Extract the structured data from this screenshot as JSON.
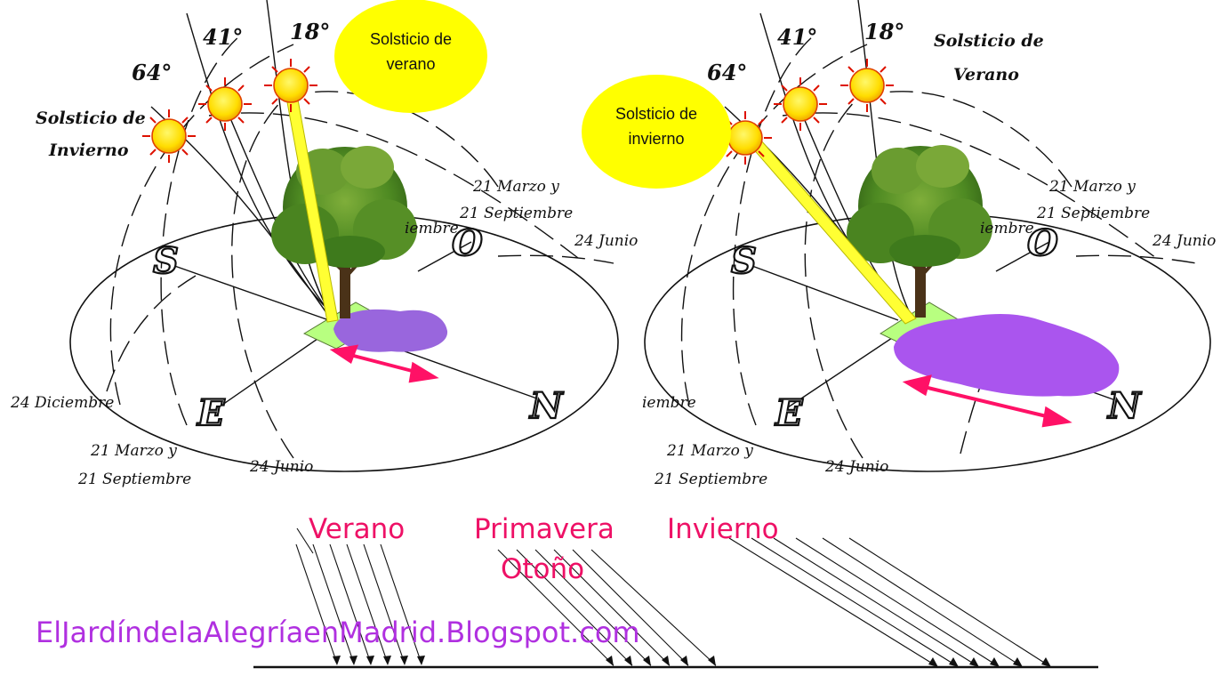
{
  "left": {
    "angles": [
      "64°",
      "41°",
      "18°"
    ],
    "bubble_line1": "Solsticio de",
    "bubble_line2": "verano",
    "winter_label1": "Solsticio de",
    "winter_label2": "Invierno",
    "equinox_line1": "21 Marzo y",
    "equinox_line2": "21 Septiembre",
    "partial_label": "iembre",
    "june_right": "24 Junio",
    "dec_label": "24 Diciembre",
    "equinox_bottom1": "21 Marzo y",
    "equinox_bottom2": "21 Septiembre",
    "june_bottom": "24 Junio",
    "S": "S",
    "O": "O",
    "E": "E",
    "N": "N"
  },
  "right": {
    "angles": [
      "64°",
      "41°",
      "18°"
    ],
    "bubble_line1": "Solsticio de",
    "bubble_line2": "invierno",
    "summer_label1": "Solsticio de",
    "summer_label2": "Verano",
    "equinox_line1": "21 Marzo y",
    "equinox_line2": "21 Septiembre",
    "partial_label": "iembre",
    "june_right": "24 Junio",
    "dec_partial": "iembre",
    "equinox_bottom1": "21 Marzo y",
    "equinox_bottom2": "21 Septiembre",
    "june_bottom": "24 Junio",
    "S": "S",
    "O": "O",
    "E": "E",
    "N": "N"
  },
  "seasons": {
    "summer": "Verano",
    "spring": "Primavera",
    "autumn": "Otoño",
    "winter": "Invierno"
  },
  "blog": "ElJardíndelaAlegríaenMadrid.Blogspot.com",
  "colors": {
    "sun": "#ffe000",
    "sun_rays": "#dd1100",
    "bubble": "#ffff00",
    "beam": "#ffff33",
    "shadow": "#9966dd",
    "ground": "#b8ff80",
    "arrow": "#ff1166",
    "season_text": "#ee1166",
    "blog_text": "#b030e0"
  }
}
